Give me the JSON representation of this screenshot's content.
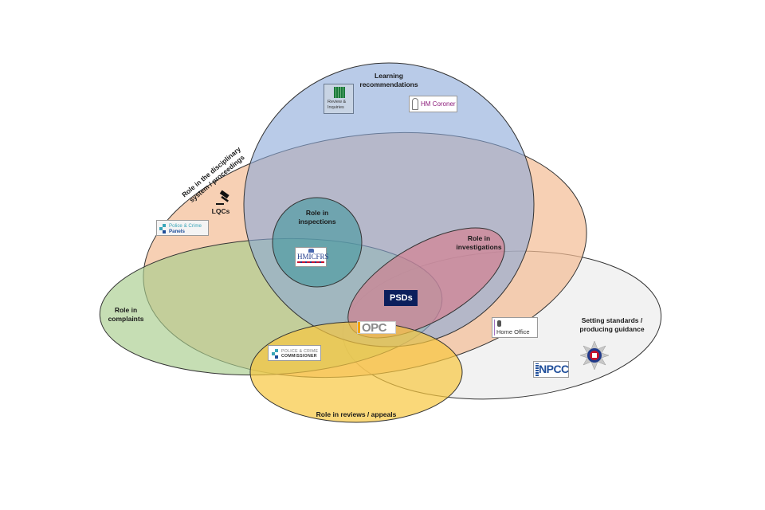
{
  "diagram": {
    "type": "venn",
    "sets": [
      {
        "id": "learning",
        "label_lines": [
          "Learning",
          "recommendations"
        ],
        "color": "#aec6e6"
      },
      {
        "id": "disciplinary",
        "label_lines": [
          "Role in the disciplinary",
          "system / proceedings"
        ],
        "color": "#f4c4a0"
      },
      {
        "id": "complaints",
        "label_lines": [
          "Role in",
          "complaints"
        ],
        "color": "#c4dcb0"
      },
      {
        "id": "inspections",
        "label_lines": [
          "Role in",
          "inspections"
        ],
        "color": "#6aa6a8"
      },
      {
        "id": "investigations",
        "label_lines": [
          "Role in",
          "investigations"
        ],
        "color": "#d88c98"
      },
      {
        "id": "standards",
        "label_lines": [
          "Setting standards /",
          "producing guidance"
        ],
        "color": "#f2f2f2"
      },
      {
        "id": "reviews",
        "label_lines": [
          "Role in reviews / appeals"
        ],
        "color": "#f8d060"
      }
    ],
    "organisations": {
      "review_inquiries": {
        "lines": [
          "Review &",
          "Inquiries"
        ],
        "icon": "portcullis-icon"
      },
      "hm_coroner": {
        "text": "HM Coroner",
        "icon": "coroner-crest-icon",
        "color": "#8b1a7a"
      },
      "lqcs": {
        "text": "LQCs",
        "icon": "gavel-icon"
      },
      "pcp": {
        "lines": [
          "Police & Crime",
          "Panels"
        ],
        "color_top": "#3aa6b9",
        "color_bottom": "#1f4e9a"
      },
      "hmicfrs": {
        "text": "HMICFRS",
        "color": "#1f3a8a",
        "stripe_color": "#c8102e"
      },
      "psds": {
        "text": "PSDs",
        "bg": "#0b1f5c"
      },
      "opc": {
        "text": "OPC",
        "accent": "#f4a400",
        "color": "#8a8a8a"
      },
      "pcc": {
        "lines": [
          "POLICE & CRIME",
          "COMMISSIONER"
        ]
      },
      "home_office": {
        "text": "Home Office",
        "accent": "#a070c0"
      },
      "npcc": {
        "text": "NPCC",
        "color": "#1f4e9a"
      },
      "college_of_policing": {
        "icon": "police-star-badge-icon"
      }
    }
  }
}
